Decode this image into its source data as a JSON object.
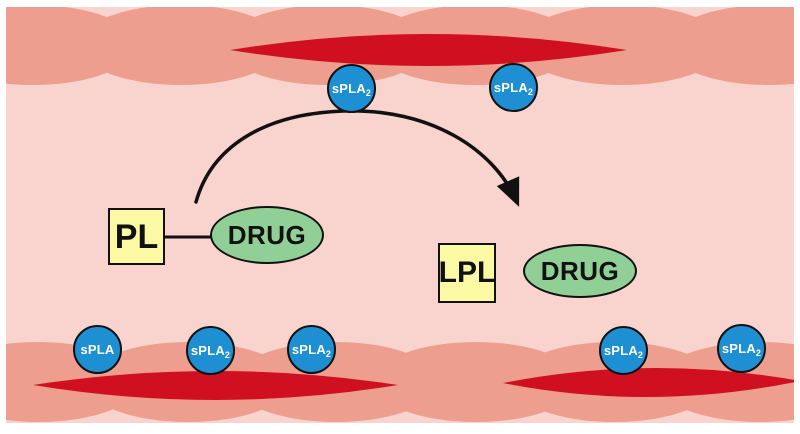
{
  "colors": {
    "canvas": "#ffffff",
    "plasma": "#f9d3cd",
    "cell": "#ee9e8e",
    "core": "#d01020",
    "enzyme": "#1d8fd2",
    "carrier": "#fbf9a3",
    "drug": "#90d097",
    "line": "#111111"
  },
  "nodes": {
    "prodrug": {
      "carrier": "PL",
      "drug": "DRUG"
    },
    "cleaved": {
      "carrier": "LPL",
      "drug": "DRUG"
    }
  },
  "enzymes": [
    {
      "label": "sPLA",
      "sub": "2"
    },
    {
      "label": "sPLA",
      "sub": "2"
    },
    {
      "label": "sPLA",
      "sub": ""
    },
    {
      "label": "sPLA",
      "sub": "2"
    },
    {
      "label": "sPLA",
      "sub": "2"
    },
    {
      "label": "sPLA",
      "sub": "2"
    },
    {
      "label": "sPLA",
      "sub": "2"
    }
  ]
}
